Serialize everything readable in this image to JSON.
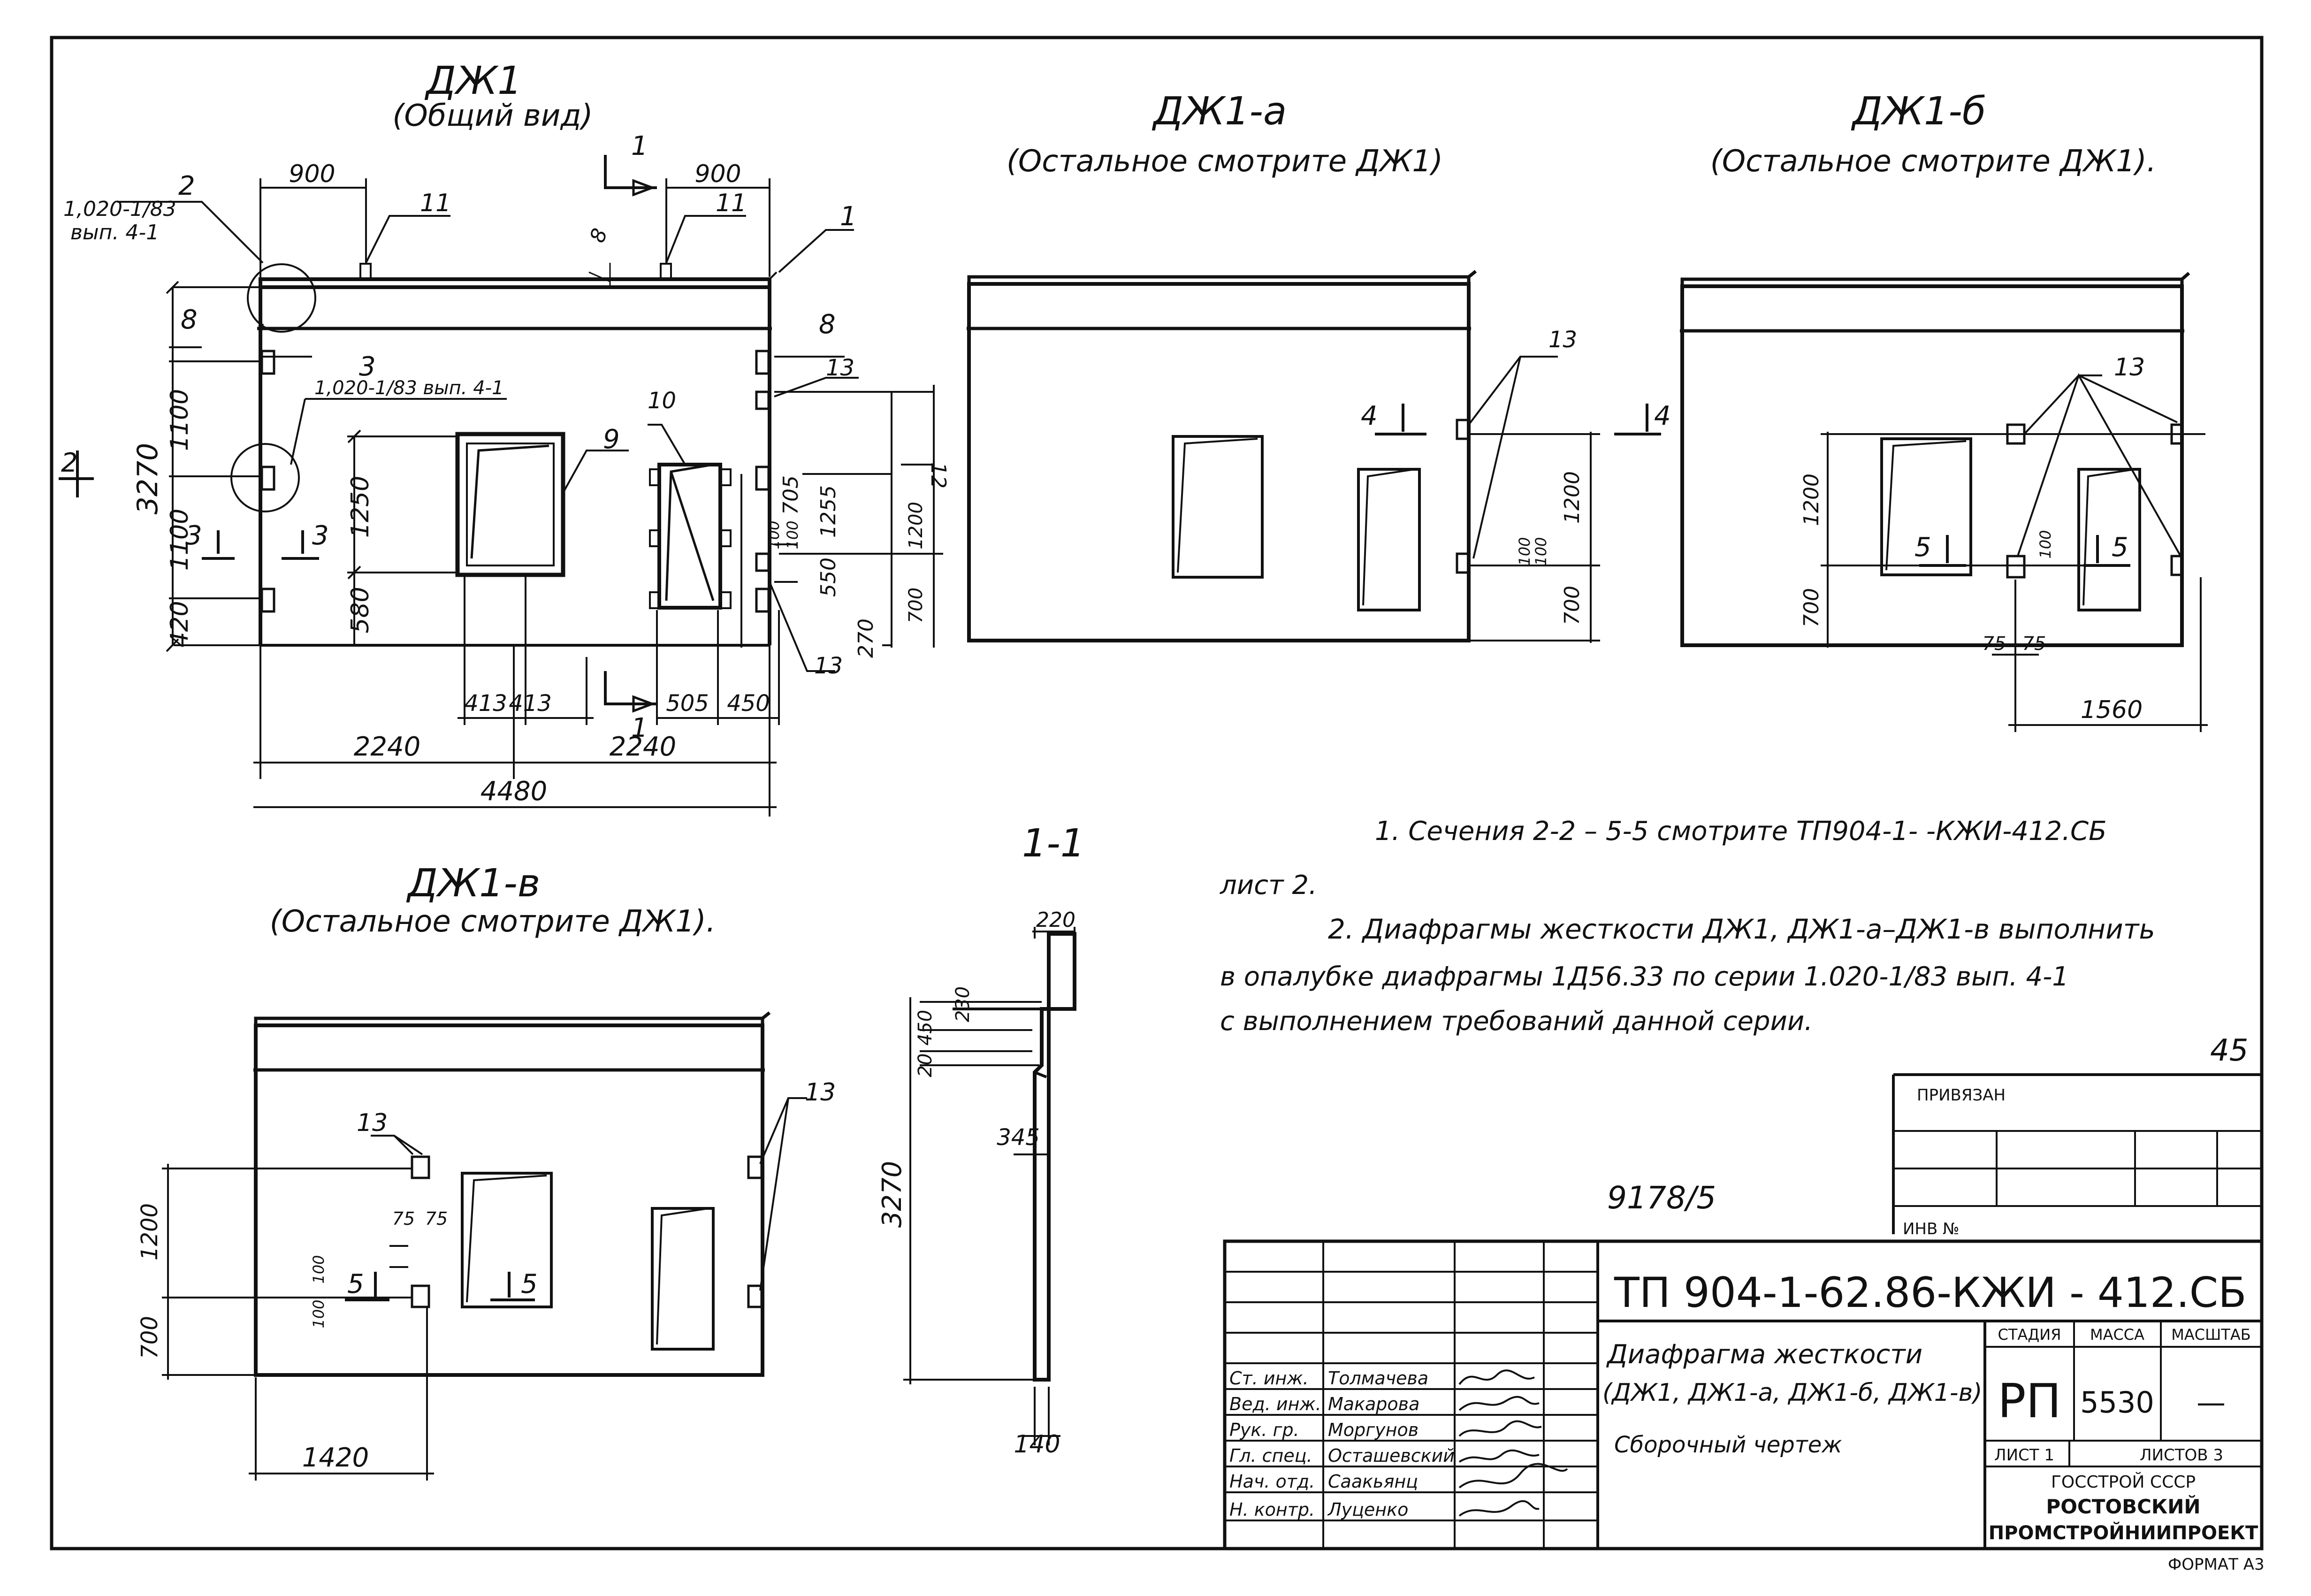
{
  "views": {
    "dzh1": {
      "title": "ДЖ1",
      "subtitle": "(Общий вид)"
    },
    "dzh1a": {
      "title": "ДЖ1-а",
      "subtitle": "(Остальное смотрите ДЖ1)"
    },
    "dzh1b": {
      "title": "ДЖ1-б",
      "subtitle": "(Остальное смотрите ДЖ1)."
    },
    "dzh1v": {
      "title": "ДЖ1-в",
      "subtitle": "(Остальное смотрите ДЖ1)."
    },
    "section": {
      "title": "1-1"
    }
  },
  "dzh1_dims": {
    "d900_left": "900",
    "d900_right": "900",
    "ref_top": "1,020-1/83",
    "ref_bottom": "вып. 4-1",
    "ref2": "1,020-1/83 вып. 4-1",
    "h3270": "3270",
    "h1100_top": "1100",
    "h1100_mid": "1100",
    "h420": "420",
    "h1250": "1250",
    "h580": "580",
    "d413a": "413",
    "d413b": "413",
    "d505": "505",
    "d450": "450",
    "d2240a": "2240",
    "d2240b": "2240",
    "d4480": "4480",
    "h705": "705",
    "h1255": "1255",
    "h100a": "100",
    "h100b": "100",
    "h550": "550",
    "h270": "270",
    "h1200": "1200",
    "h700": "700"
  },
  "callouts": {
    "c2": "2",
    "c11a": "11",
    "c11b": "11",
    "c1": "1",
    "c8top": "8",
    "c8left": "8",
    "c8right": "8",
    "c3": "3",
    "c13a": "13",
    "c10": "10",
    "c9": "9",
    "c13b": "13",
    "c12": "12",
    "sec1_top": "1",
    "sec1_bottom": "1",
    "sec2": "2",
    "sec3a": "3",
    "sec3b": "3",
    "a_13": "13",
    "a_4left": "4",
    "a_4right": "4",
    "a_1200": "1200",
    "a_100a": "100",
    "a_100b": "100",
    "a_700": "700",
    "b_13": "13",
    "b_1200": "1200",
    "b_700": "700",
    "b_5a": "5",
    "b_5b": "5",
    "b_100": "100",
    "b_75a": "75",
    "b_75b": "75",
    "b_1560": "1560",
    "v_13a": "13",
    "v_13b": "13",
    "v_75a": "75",
    "v_75b": "75",
    "v_1200": "1200",
    "v_700": "700",
    "v_100a": "100",
    "v_100b": "100",
    "v_5a": "5",
    "v_5b": "5",
    "v_1420": "1420",
    "s_220": "220",
    "s_230": "230",
    "s_450": "450",
    "s_20": "20",
    "s_345": "345",
    "s_3270": "3270",
    "s_140": "140"
  },
  "notes": {
    "n1a": "1. Сечения  2-2 – 5-5  смотрите  ТП904-1-       -КЖИ-412.СБ",
    "n1b": "лист 2.",
    "n2a": "2. Диафрагмы  жесткости  ДЖ1, ДЖ1-а–ДЖ1-в  выполнить",
    "n2b": "в  опалубке  диафрагмы 1Д56.33 по серии 1.020-1/83 вып. 4-1",
    "n2c": "с  выполнением  требований  данной  серии."
  },
  "stamp_number": "9178/5",
  "page_number": "45",
  "privyazan": "ПРИВЯЗАН",
  "inv": "ИНВ  №",
  "title_block": {
    "code": "ТП 904-1-62.86-КЖИ - 412.СБ",
    "name1": "Диафрагма  жесткости",
    "name2": "(ДЖ1, ДЖ1-а, ДЖ1-б, ДЖ1-в)",
    "name3": "Сборочный  чертеж",
    "stage_h": "СТАДИЯ",
    "mass_h": "МАССА",
    "scale_h": "МАСШТАБ",
    "stage": "РП",
    "mass": "5530",
    "scale": "—",
    "sheet": "ЛИСТ  1",
    "sheets": "ЛИСТОВ  3",
    "org1": "ГОССТРОЙ  СССР",
    "org2": "РОСТОВСКИЙ",
    "org3": "ПРОМСТРОЙНИИПРОЕКТ",
    "format": "ФОРМАТ  А3",
    "roles": [
      "Ст. инж.",
      "Вед. инж.",
      "Рук. гр.",
      "Гл. спец.",
      "Нач. отд.",
      "Н. контр."
    ],
    "names": [
      "Толмачева",
      "Макарова",
      "Моргунов",
      "Осташевский",
      "Саакьянц",
      "Луценко"
    ]
  }
}
